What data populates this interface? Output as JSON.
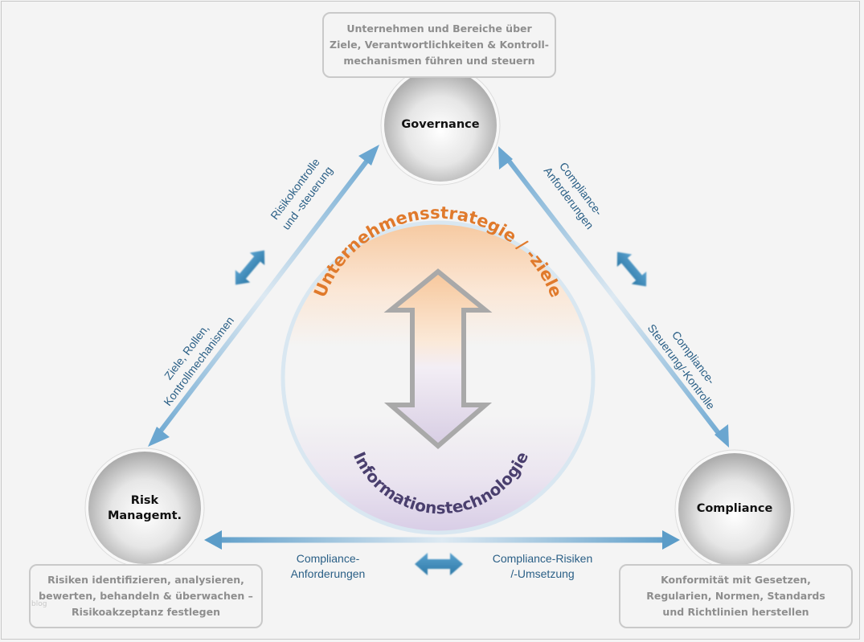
{
  "nodes": {
    "governance": {
      "label": "Governance",
      "description": "Unternehmen und Bereiche über\nZiele, Verantwortlichkeiten &  Kontroll-\nmechanismen führen und steuern"
    },
    "risk": {
      "label": "Risk\nManagemt.",
      "description": "Risiken identifizieren, analysieren,\nbewerten, behandeln & überwachen –\nRisikoakzeptanz festlegen"
    },
    "compliance": {
      "label": "Compliance",
      "description": "Konformität mit Gesetzen,\nRegularien, Normen, Standards\nund Richtlinien herstellen"
    }
  },
  "edges": {
    "left_upper": "Risikokontrolle\nund -steuerung",
    "left_lower": "Ziele, Rollen,\nKontrollmechanismen",
    "right_upper": "Compliance-\nAnforderungen",
    "right_lower": "Compliance-\nSteuerung/-Kontrolle",
    "bottom_left": "Compliance-\nAnforderungen",
    "bottom_right": "Compliance-Risiken\n/-Umsetzung"
  },
  "center": {
    "top_text": "Unternehmensstrategie / -ziele",
    "bottom_text": "Informationstechnologie"
  },
  "watermark": "blog",
  "colors": {
    "arrow_blue": "#5b9cc8",
    "strategy_orange": "#e07a2c",
    "it_purple": "#4a3f6e",
    "edge_text": "#2a5f86",
    "box_text": "#8e8e8e"
  }
}
